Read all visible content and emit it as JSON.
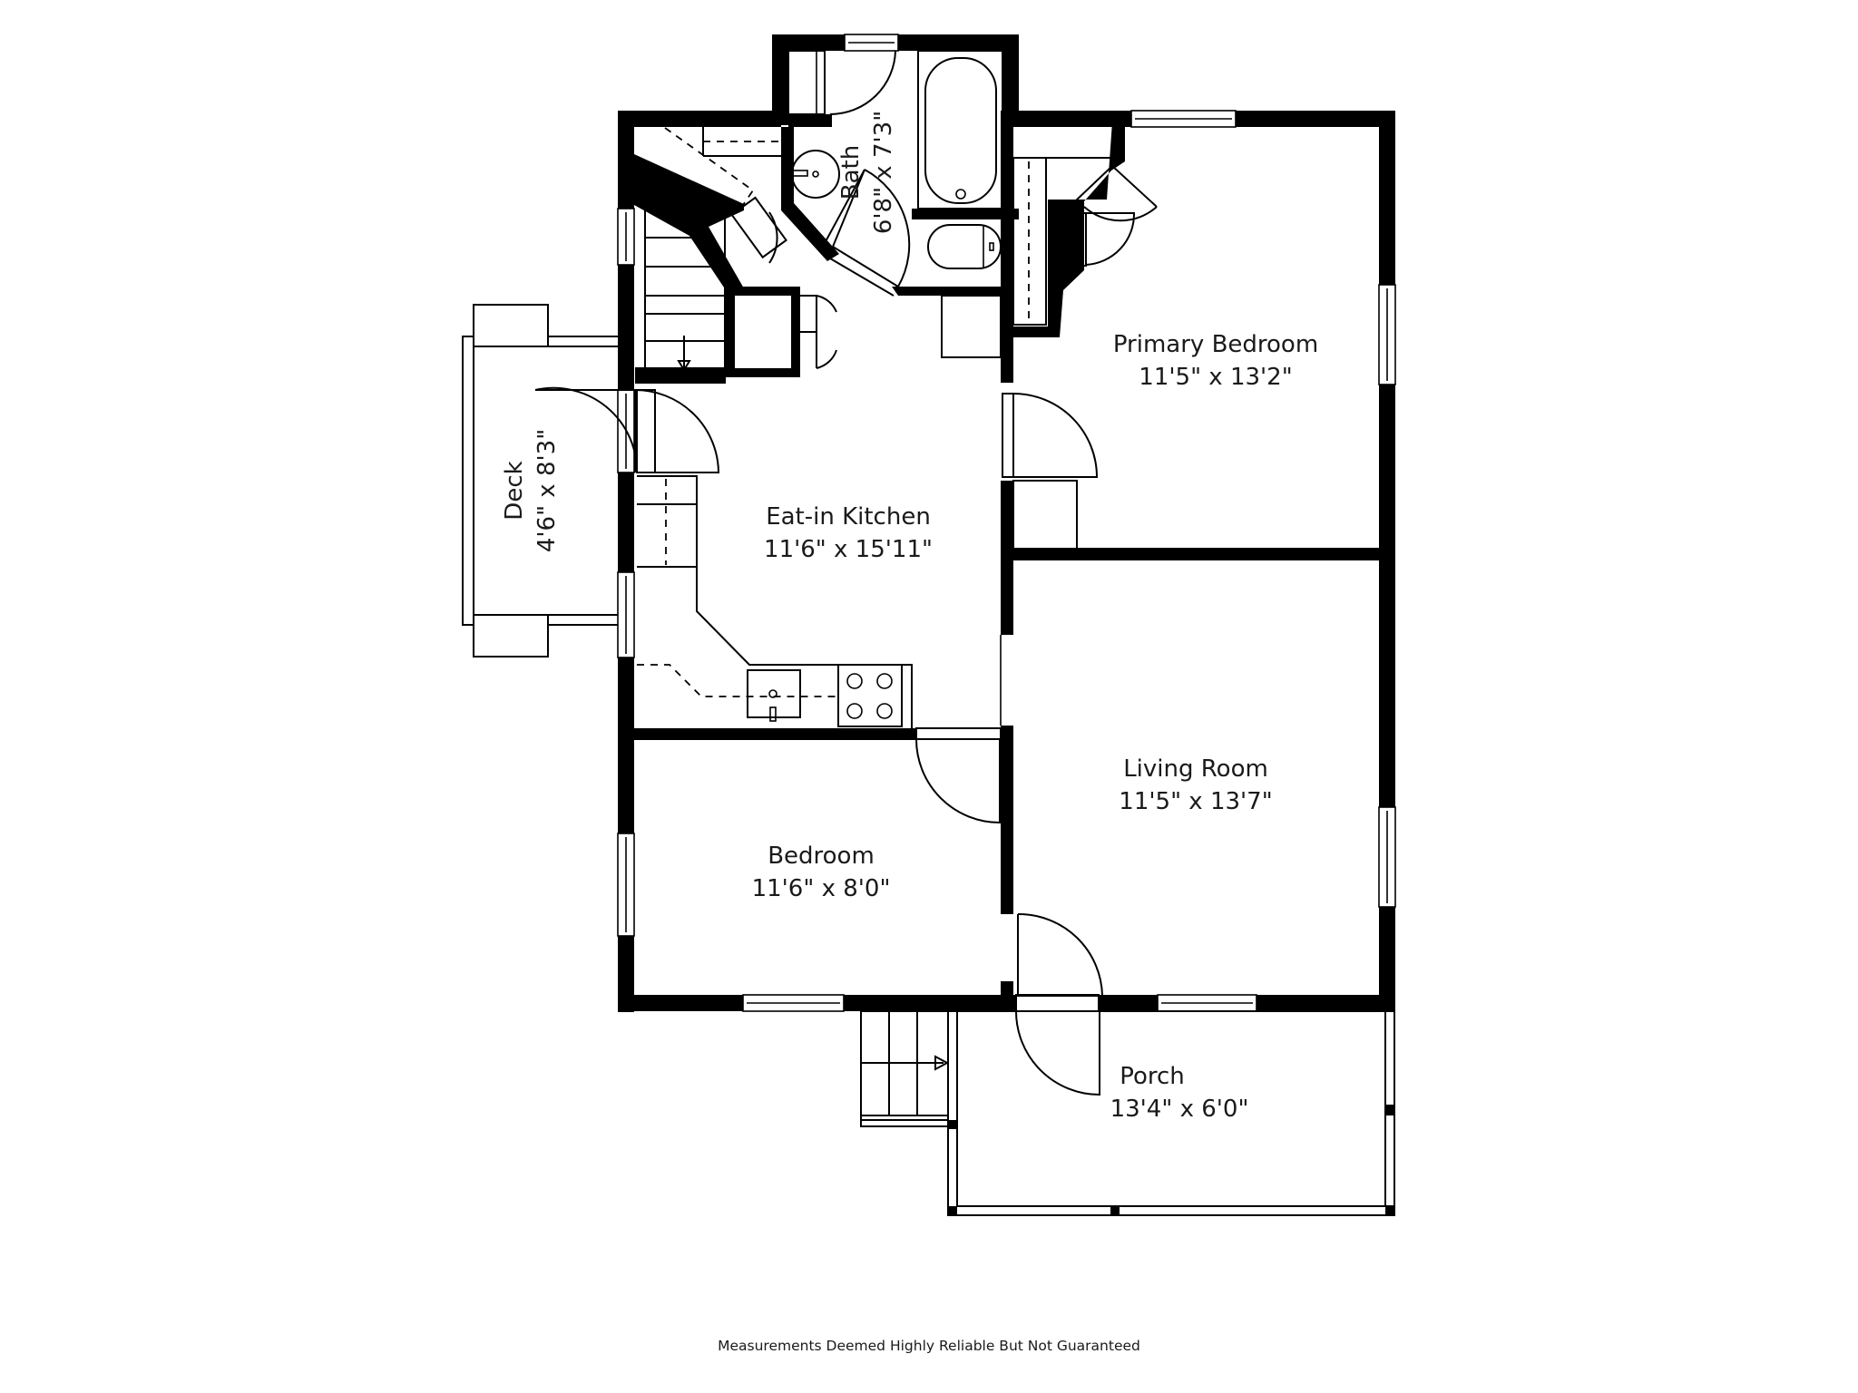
{
  "plan": {
    "rooms": [
      {
        "id": "bath",
        "name": "Bath",
        "dims": "6'8\" x 7'3\""
      },
      {
        "id": "primary",
        "name": "Primary Bedroom",
        "dims": "11'5\" x 13'2\""
      },
      {
        "id": "deck",
        "name": "Deck",
        "dims": "4'6\" x 8'3\""
      },
      {
        "id": "kitchen",
        "name": "Eat-in Kitchen",
        "dims": "11'6\" x 15'11\""
      },
      {
        "id": "living",
        "name": "Living Room",
        "dims": "11'5\" x 13'7\""
      },
      {
        "id": "bedroom",
        "name": "Bedroom",
        "dims": "11'6\" x 8'0\""
      },
      {
        "id": "porch",
        "name": "Porch",
        "dims": "13'4\" x 6'0\""
      }
    ],
    "fixtures": [
      "bathtub-icon",
      "toilet-icon",
      "sink-icon",
      "stove-icon",
      "kitchen-sink-icon",
      "stairs-icon",
      "door-icon",
      "window-icon"
    ],
    "colors": {
      "wall": "#000000",
      "background": "#ffffff",
      "text": "#1a1a1a"
    }
  },
  "footer": {
    "disclaimer": "Measurements Deemed Highly Reliable But Not Guaranteed"
  }
}
